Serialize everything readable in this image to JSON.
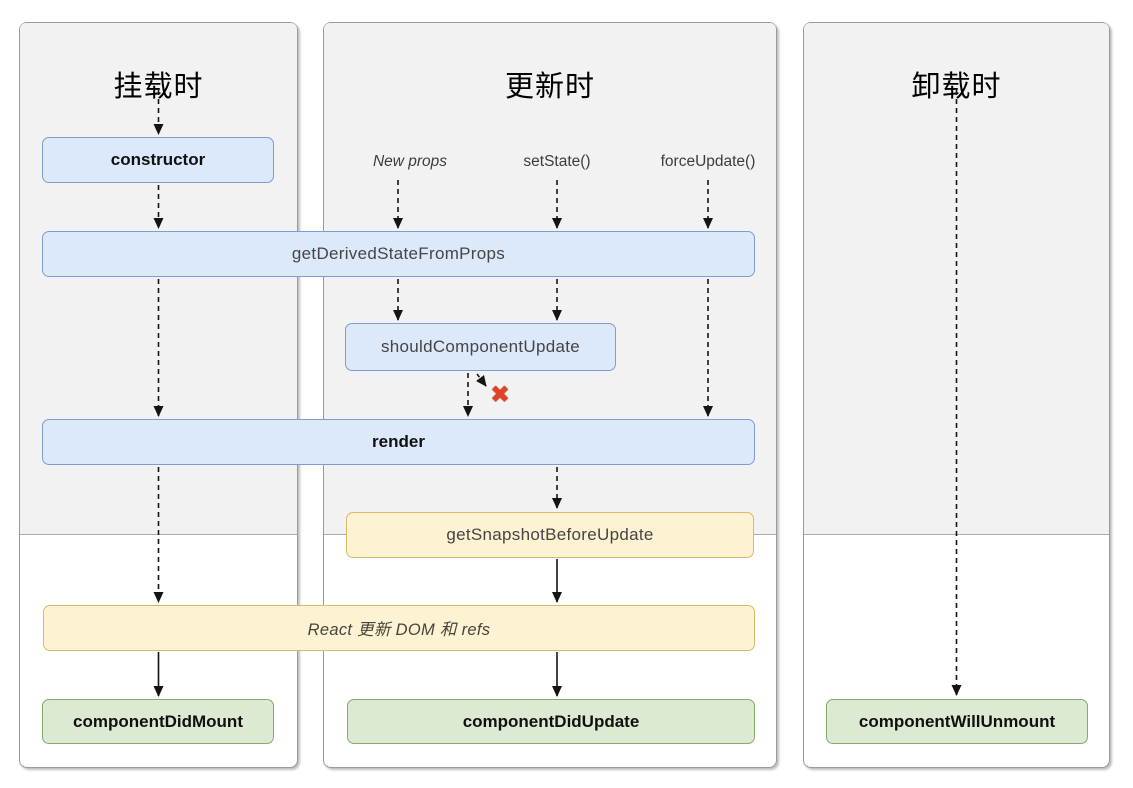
{
  "columns": [
    {
      "title": "挂载时"
    },
    {
      "title": "更新时"
    },
    {
      "title": "卸载时"
    }
  ],
  "triggers": [
    {
      "label": "New props"
    },
    {
      "label": "setState()"
    },
    {
      "label": "forceUpdate()"
    }
  ],
  "boxes": {
    "constructor_label": "constructor",
    "get_derived_state_label": "getDerivedStateFromProps",
    "should_component_update_label": "shouldComponentUpdate",
    "render_label": "render",
    "get_snapshot_label": "getSnapshotBeforeUpdate",
    "react_updates_label": "React 更新 DOM 和 refs",
    "component_did_mount_label": "componentDidMount",
    "component_did_update_label": "componentDidUpdate",
    "component_will_unmount_label": "componentWillUnmount"
  },
  "icons": {
    "skip_x_mark": "✖"
  },
  "colors": {
    "blue_fill": "#dbe9fb",
    "blue_border": "#7e9ccf",
    "yellow_fill": "#fdf2d2",
    "yellow_border": "#d9ba69",
    "green_fill": "#dcead4",
    "green_border": "#88a970",
    "phase_band_bg": "#f2f2f2",
    "phase_band_line": "#ababab",
    "panel_border": "#9a9a9a",
    "x_mark_color": "#e04326",
    "arrow_color": "#141414"
  }
}
